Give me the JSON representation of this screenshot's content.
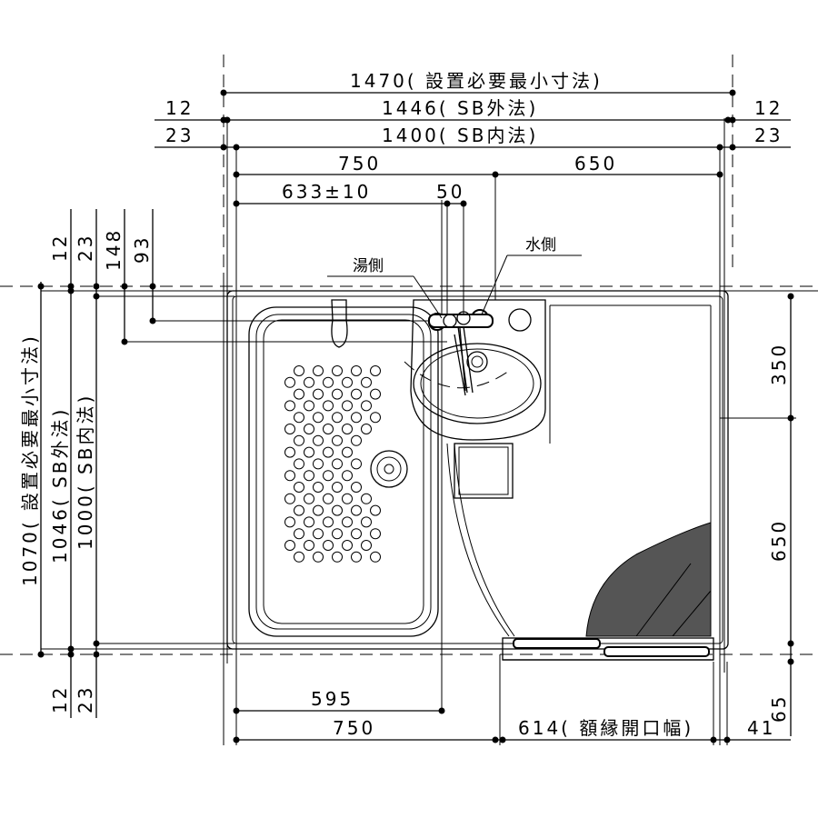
{
  "top": {
    "d1470": "1470( 設置必要最小寸法)",
    "d1446": "1446( SB外法)",
    "d1400": "1400( SB内法)",
    "left12": "12",
    "left23": "23",
    "right12": "12",
    "right23": "23",
    "d750": "750",
    "d650": "650",
    "d633": "633±10",
    "d50": "50"
  },
  "labels": {
    "hot_side": "湯側",
    "water_side": "水側"
  },
  "left": {
    "top12": "12",
    "top23": "23",
    "d148": "148",
    "d93": "93",
    "d1070": "1070( 設置必要最小寸法)",
    "d1046": "1046( SB外法)",
    "d1000": "1000( SB内法)",
    "bot12": "12",
    "bot23": "23"
  },
  "right": {
    "d350": "350",
    "d650": "650",
    "d65": "65"
  },
  "bottom": {
    "d595": "595",
    "d750": "750",
    "d614": "614( 額縁開口幅)",
    "d41": "41"
  }
}
